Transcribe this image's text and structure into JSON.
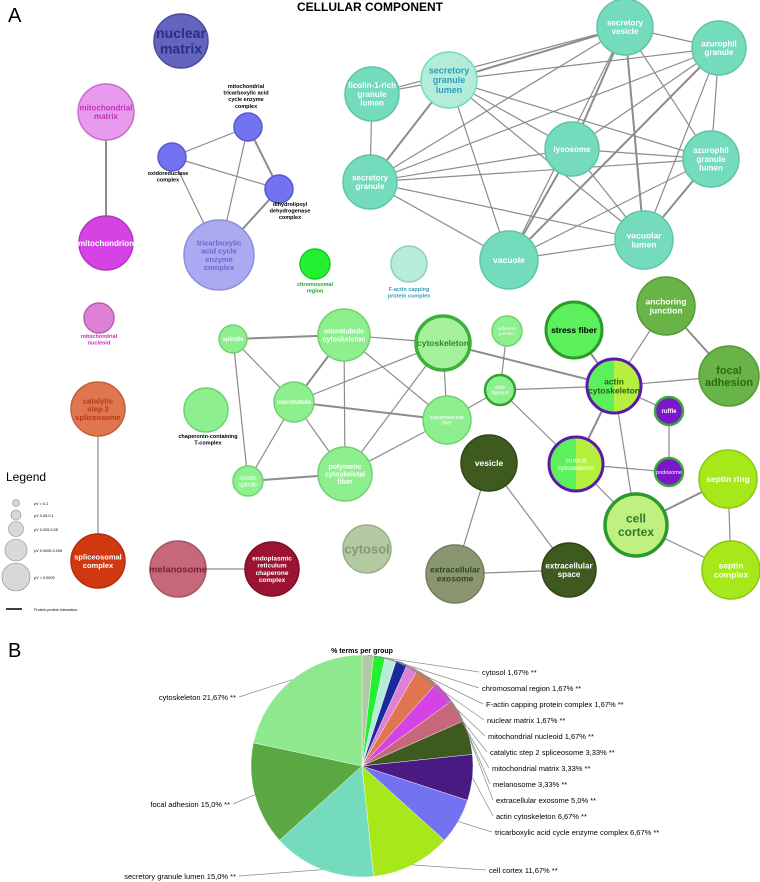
{
  "panel_a_letter": "A",
  "panel_b_letter": "B",
  "title": "CELLULAR COMPONENT",
  "legend": {
    "title": "Legend",
    "sizes": [
      "pV > 0.1",
      "pV 0.05-0.1",
      "pV 0.005-0.05",
      "pV 0.0005-0.005",
      "pV < 0.0005"
    ],
    "edge_label": "Protein-protein interaction"
  },
  "nodes": [
    {
      "id": "nuclear_matrix",
      "label": "nuclear\nmatrix",
      "fill": "#6264be",
      "stroke": "#4a4c9e",
      "text": "#2a2c88",
      "bold": true
    },
    {
      "id": "mito_matrix",
      "label": "mitochondrial\nmatrix",
      "fill": "#e89aee",
      "stroke": "#c26fcb",
      "text": "#c231b8",
      "bold": true
    },
    {
      "id": "mitochondrion",
      "label": "mitochondrion",
      "fill": "#d643e4",
      "stroke": "#b237c0",
      "text": "#ffffff",
      "bold": true
    },
    {
      "id": "mito_nucleoid",
      "label": "",
      "fill": "#dd80d6",
      "stroke": "#bb5bb5",
      "text": "#ffffff",
      "bold": false
    },
    {
      "id": "mito_tca_complex",
      "label": "",
      "fill": "#7372f0",
      "stroke": "#5857cc",
      "text": "#000000",
      "bold": false
    },
    {
      "id": "oxidoreductase",
      "label": "",
      "fill": "#7372f0",
      "stroke": "#5857cc",
      "text": "#000000",
      "bold": false
    },
    {
      "id": "dihydrolipoyl",
      "label": "",
      "fill": "#7372f0",
      "stroke": "#5857cc",
      "text": "#000000",
      "bold": false
    },
    {
      "id": "tca_complex",
      "label": "tricarboxylic\nacid cycle\nenzyme\ncomplex",
      "fill": "#aaa9f2",
      "stroke": "#8e8dd8",
      "text": "#6a69c9",
      "bold": true
    },
    {
      "id": "catalytic_step2",
      "label": "catalytic\nstep 2\nspliceosome",
      "fill": "#e0764f",
      "stroke": "#c45f3d",
      "text": "#b43a13",
      "bold": true
    },
    {
      "id": "spliceosomal",
      "label": "spliceosomal\ncomplex",
      "fill": "#d2380f",
      "stroke": "#b02f0c",
      "text": "#ffffff",
      "bold": true
    },
    {
      "id": "melanosome",
      "label": "melanosome",
      "fill": "#c6687a",
      "stroke": "#a65566",
      "text": "#7a1f33",
      "bold": true
    },
    {
      "id": "er_chaperone",
      "label": "endoplasmic\nreticulum\nchaperone\ncomplex",
      "fill": "#9c1231",
      "stroke": "#7e0e27",
      "text": "#ffffff",
      "bold": true
    },
    {
      "id": "cytosol",
      "label": "cytosol",
      "fill": "#b3c9a4",
      "stroke": "#97ae88",
      "text": "#839a73",
      "bold": true
    },
    {
      "id": "chromosomal",
      "label": "",
      "fill": "#22f030",
      "stroke": "#19c925",
      "text": "#000000",
      "bold": false
    },
    {
      "id": "factin_capping",
      "label": "",
      "fill": "#b6ecd9",
      "stroke": "#8fcfb9",
      "text": "#000000",
      "bold": false
    },
    {
      "id": "ficolin",
      "label": "ficolin-1-rich\ngranule\nlumen",
      "fill": "#74dcbc",
      "stroke": "#5fc5a5",
      "text": "#ffffff",
      "bold": true
    },
    {
      "id": "secretory_granule_lumen",
      "label": "secretory\ngranule\nlumen",
      "fill": "#b3ecd9",
      "stroke": "#74dcbc",
      "text": "#2f9cc0",
      "bold": true
    },
    {
      "id": "secretory_vesicle",
      "label": "secretory\nvesicle",
      "fill": "#74dcbc",
      "stroke": "#5fc5a5",
      "text": "#ffffff",
      "bold": true
    },
    {
      "id": "azurophil_granule",
      "label": "azurophil\ngranule",
      "fill": "#74dcbc",
      "stroke": "#5fc5a5",
      "text": "#ffffff",
      "bold": true
    },
    {
      "id": "lysosome",
      "label": "lysosome",
      "fill": "#74dcbc",
      "stroke": "#5fc5a5",
      "text": "#ffffff",
      "bold": true
    },
    {
      "id": "azurophil_lumen",
      "label": "azurophil\ngranule\nlumen",
      "fill": "#74dcbc",
      "stroke": "#5fc5a5",
      "text": "#ffffff",
      "bold": true
    },
    {
      "id": "secretory_granule",
      "label": "secretory\ngranule",
      "fill": "#74dcbc",
      "stroke": "#5fc5a5",
      "text": "#ffffff",
      "bold": true
    },
    {
      "id": "vacuole",
      "label": "vacuole",
      "fill": "#74dcbc",
      "stroke": "#5fc5a5",
      "text": "#ffffff",
      "bold": true
    },
    {
      "id": "vacuolar_lumen",
      "label": "vacuolar\nlumen",
      "fill": "#74dcbc",
      "stroke": "#5fc5a5",
      "text": "#ffffff",
      "bold": true
    },
    {
      "id": "spindle",
      "label": "spindle",
      "fill": "#8eef8e",
      "stroke": "#6fd26f",
      "text": "#ffffff",
      "bold": true
    },
    {
      "id": "microtubule_cytoskeleton",
      "label": "microtubule\ncytoskeleton",
      "fill": "#8eef8e",
      "stroke": "#6fd26f",
      "text": "#ffffff",
      "bold": true
    },
    {
      "id": "cytoskeleton",
      "label": "cytoskeleton",
      "fill": "#a5f09a",
      "stroke": "#3bb03b",
      "text": "#2e8a2e",
      "bold": true
    },
    {
      "id": "adherens",
      "label": "adherens\njunction",
      "fill": "#8eef8e",
      "stroke": "#6fd26f",
      "text": "#ffffff",
      "bold": false
    },
    {
      "id": "stress_fiber",
      "label": "stress fiber",
      "fill": "#5cf05c",
      "stroke": "#2a9a2a",
      "text": "#000000",
      "bold": true
    },
    {
      "id": "actin_filament",
      "label": "actin\nfilament",
      "fill": "#8eef8e",
      "stroke": "#2fa52f",
      "text": "#ffffff",
      "bold": false
    },
    {
      "id": "microtubule",
      "label": "microtubule",
      "fill": "#8eef8e",
      "stroke": "#6fd26f",
      "text": "#ffffff",
      "bold": true
    },
    {
      "id": "chaperonin",
      "label": "",
      "fill": "#8eef8e",
      "stroke": "#6fd26f",
      "text": "#ffffff",
      "bold": false
    },
    {
      "id": "supramolecular",
      "label": "supramolecular\nfiber",
      "fill": "#8eef8e",
      "stroke": "#6fd26f",
      "text": "#ffffff",
      "bold": false
    },
    {
      "id": "mitotic_spindle",
      "label": "mitotic\nspindle",
      "fill": "#8eef8e",
      "stroke": "#6fd26f",
      "text": "#ffffff",
      "bold": false
    },
    {
      "id": "polymeric",
      "label": "polymeric\ncytoskeletal\nfiber",
      "fill": "#8eef8e",
      "stroke": "#6fd26f",
      "text": "#ffffff",
      "bold": true
    },
    {
      "id": "vesicle",
      "label": "vesicle",
      "fill": "#3e5a1e",
      "stroke": "#2f4716",
      "text": "#ffffff",
      "bold": true
    },
    {
      "id": "extracellular_exosome",
      "label": "extracellular\nexosome",
      "fill": "#8a9672",
      "stroke": "#707c5a",
      "text": "#2f4716",
      "bold": true
    },
    {
      "id": "extracellular_space",
      "label": "extracellular\nspace",
      "fill": "#3e5a1e",
      "stroke": "#2f4716",
      "text": "#ffffff",
      "bold": true
    },
    {
      "id": "anchoring",
      "label": "anchoring\njunction",
      "fill": "#68b446",
      "stroke": "#559a37",
      "text": "#ffffff",
      "bold": true
    },
    {
      "id": "focal_adhesion",
      "label": "focal\nadhesion",
      "fill": "#68b446",
      "stroke": "#559a37",
      "text": "#2e6a14",
      "bold": true
    },
    {
      "id": "actin_cytoskeleton",
      "label": "actin\ncytoskeleton",
      "fill": "#5cf05c",
      "fill2": "#b5f040",
      "stroke": "#5a1aa8",
      "text": "#2a5a1a",
      "bold": true
    },
    {
      "id": "ruffle",
      "label": "ruffle",
      "fill": "#7a17c9",
      "stroke": "#3aa83a",
      "text": "#ffffff",
      "bold": true
    },
    {
      "id": "cortical_cytoskeleton",
      "label": "cortical\ncytoskeleton",
      "fill": "#5cf05c",
      "fill2": "#b5f040",
      "stroke": "#5a1aa8",
      "text": "#ffffff",
      "bold": false
    },
    {
      "id": "podosome",
      "label": "podosome",
      "fill": "#7a17c9",
      "stroke": "#3aa83a",
      "text": "#ffffff",
      "bold": false
    },
    {
      "id": "septin_ring",
      "label": "septin ring",
      "fill": "#a6e81a",
      "stroke": "#8ac613",
      "text": "#ffffff",
      "bold": true
    },
    {
      "id": "cell_cortex",
      "label": "cell\ncortex",
      "fill": "#c0f080",
      "stroke": "#2a9a2a",
      "text": "#2e7a2e",
      "bold": true
    },
    {
      "id": "septin_complex",
      "label": "septin\ncomplex",
      "fill": "#a6e81a",
      "stroke": "#8ac613",
      "text": "#ffffff",
      "bold": true
    }
  ],
  "outer_labels": [
    {
      "id": "lbl_mito_tca",
      "text": "mitochondrial\ntricarboxylic acid\ncycle enzyme\ncomplex",
      "color": "#000000"
    },
    {
      "id": "lbl_oxido",
      "text": "oxidoreductase\ncomplex",
      "color": "#000000"
    },
    {
      "id": "lbl_dihydro",
      "text": "dihydrolipoyl\ndehydrogenase\ncomplex",
      "color": "#000000"
    },
    {
      "id": "lbl_mito_nucleoid",
      "text": "mitochondrial\nnucleoid",
      "color": "#c231b8"
    },
    {
      "id": "lbl_chromosomal",
      "text": "chromosomal\nregion",
      "color": "#19a825"
    },
    {
      "id": "lbl_factin",
      "text": "F-actin capping\nprotein complex",
      "color": "#2f9cc0"
    },
    {
      "id": "lbl_chaperonin",
      "text": "chaperonin-containing\nT-complex",
      "color": "#000000"
    }
  ],
  "pie": {
    "title": "% terms per group",
    "labels": [
      "cytosol 1,67% **",
      "chromosomal region 1,67% **",
      "F-actin capping protein complex 1,67% **",
      "nuclear matrix 1,67% **",
      "mitochondrial nucleoid 1,67% **",
      "catalytic step 2 spliceosome 3,33% **",
      "mitochondrial matrix 3,33% **",
      "melanosome 3,33% **",
      "extracellular exosome 5,0% **",
      "actin cytoskeleton 6,67% **",
      "tricarboxylic acid cycle enzyme complex 6,67% **",
      "cell cortex 11,67% **",
      "secretory granule lumen 15,0% **",
      "focal adhesion 15,0% **",
      "cytoskeleton 21,67% **"
    ]
  },
  "chart_data": {
    "type": "pie",
    "title": "% terms per group",
    "categories": [
      "cytosol",
      "chromosomal region",
      "F-actin capping protein complex",
      "nuclear matrix",
      "mitochondrial nucleoid",
      "catalytic step 2 spliceosome",
      "mitochondrial matrix",
      "melanosome",
      "extracellular exosome",
      "actin cytoskeleton",
      "tricarboxylic acid cycle enzyme complex",
      "cell cortex",
      "secretory granule lumen",
      "focal adhesion",
      "cytoskeleton"
    ],
    "values": [
      1.67,
      1.67,
      1.67,
      1.67,
      1.67,
      3.33,
      3.33,
      3.33,
      5.0,
      6.67,
      6.67,
      11.67,
      15.0,
      15.0,
      21.67
    ],
    "colors": [
      "#b3c9a4",
      "#22f030",
      "#b6ecd9",
      "#1a2a9a",
      "#dd80d6",
      "#e0764f",
      "#d643e4",
      "#c6687a",
      "#3e5a1e",
      "#4a1a82",
      "#7372f0",
      "#a6e81a",
      "#74dcbc",
      "#5aa842",
      "#8ee88e"
    ]
  }
}
